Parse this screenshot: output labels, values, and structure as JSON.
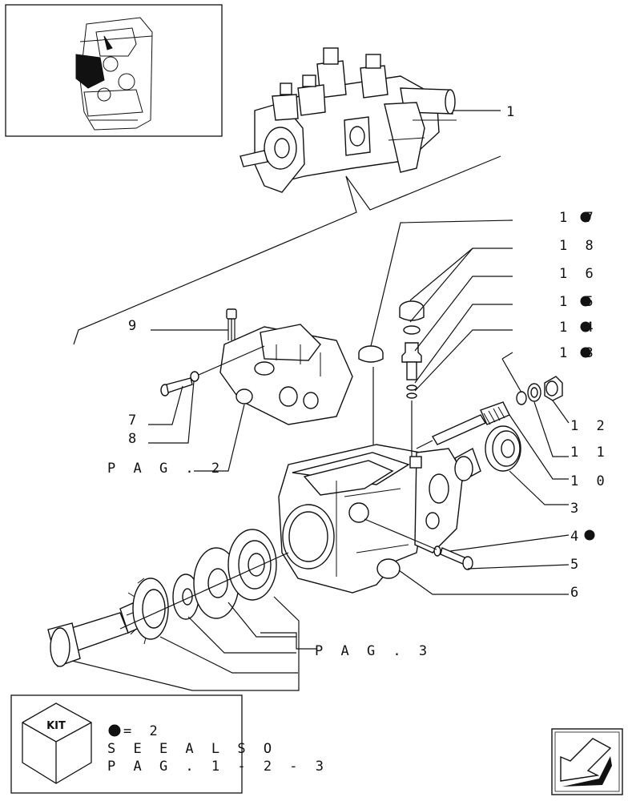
{
  "callouts": [
    {
      "id": "c1",
      "text": "1",
      "bullet": false
    },
    {
      "id": "c17",
      "text": "1 7",
      "bullet": true
    },
    {
      "id": "c18",
      "text": "1 8",
      "bullet": false
    },
    {
      "id": "c16",
      "text": "1 6",
      "bullet": false
    },
    {
      "id": "c15",
      "text": "1 5",
      "bullet": true
    },
    {
      "id": "c14",
      "text": "1 4",
      "bullet": true
    },
    {
      "id": "c13",
      "text": "1 3",
      "bullet": true
    },
    {
      "id": "c12",
      "text": "1 2",
      "bullet": false
    },
    {
      "id": "c11",
      "text": "1 1",
      "bullet": false
    },
    {
      "id": "c10",
      "text": "1 0",
      "bullet": false
    },
    {
      "id": "c9",
      "text": "9",
      "bullet": false
    },
    {
      "id": "c7",
      "text": "7",
      "bullet": false
    },
    {
      "id": "c8",
      "text": "8",
      "bullet": false
    },
    {
      "id": "c3",
      "text": "3",
      "bullet": false
    },
    {
      "id": "c4",
      "text": "4",
      "bullet": true
    },
    {
      "id": "c5",
      "text": "5",
      "bullet": false
    },
    {
      "id": "c6",
      "text": "6",
      "bullet": false
    }
  ],
  "page_refs": {
    "pag2": "P A G . 2",
    "pag3": "P A G . 3"
  },
  "kit_box": {
    "badge": "KIT",
    "qty_line": "= 2",
    "see_also": "S E E  A L S O",
    "pages": "P A G .  1  -  2  - 3"
  },
  "icons": [
    "kit-cube-icon",
    "bullet-dot-icon",
    "next-page-arrow-icon",
    "engine-locator-thumbnail"
  ]
}
